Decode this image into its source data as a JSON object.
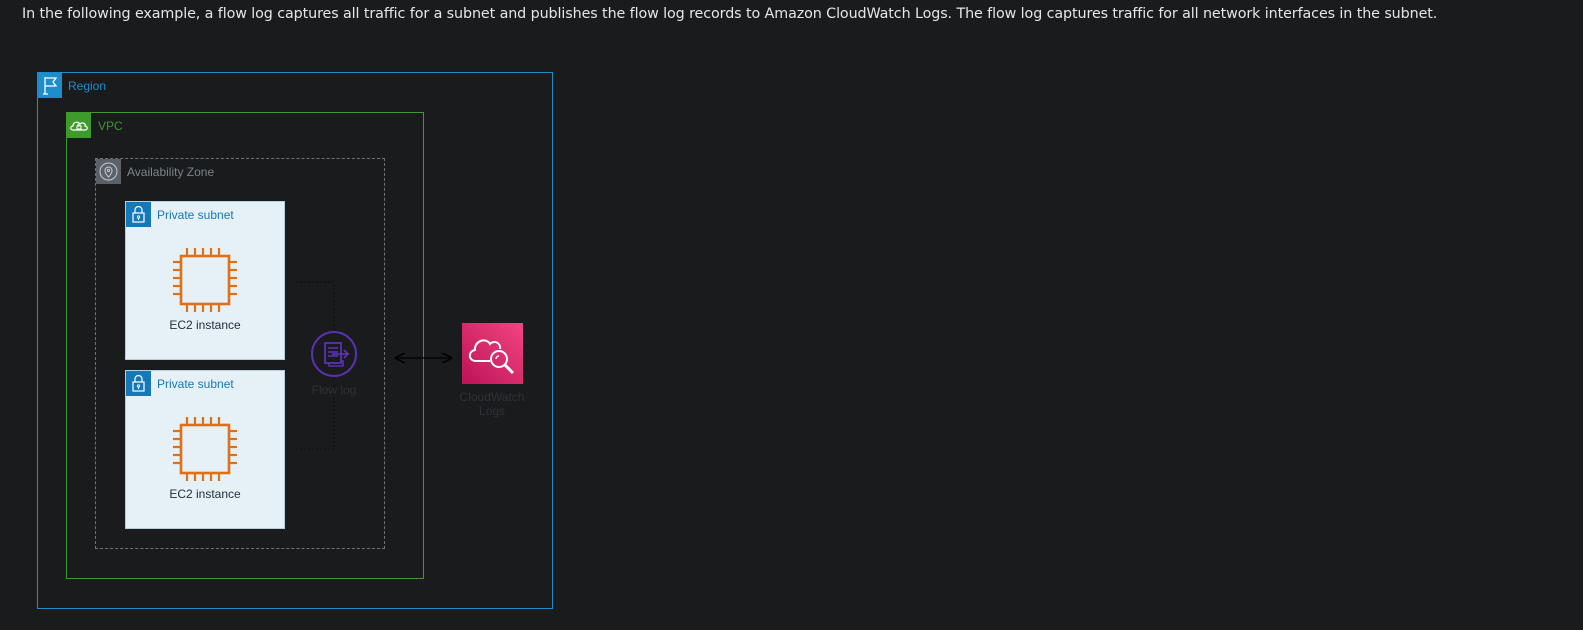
{
  "intro_text": "In the following example, a flow log captures all traffic for a subnet and publishes the flow log records to Amazon CloudWatch Logs. The flow log captures traffic for all network interfaces in the subnet.",
  "diagram": {
    "region": {
      "label": "Region",
      "icon": "region-flag-icon"
    },
    "vpc": {
      "label": "VPC",
      "icon": "vpc-cloud-lock-icon"
    },
    "availability_zone": {
      "label": "Availability Zone",
      "icon": "location-pin-icon"
    },
    "subnets": [
      {
        "label": "Private subnet",
        "icon": "padlock-icon",
        "instance_label": "EC2 instance",
        "instance_icon": "ec2-chip-icon"
      },
      {
        "label": "Private subnet",
        "icon": "padlock-icon",
        "instance_label": "EC2 instance",
        "instance_icon": "ec2-chip-icon"
      }
    ],
    "flow_log": {
      "label": "Flow log",
      "icon": "flow-log-icon"
    },
    "cloudwatch": {
      "label_line1": "CloudWatch",
      "label_line2": "Logs",
      "icon": "cloudwatch-logs-icon"
    },
    "colors": {
      "region": "#1d8dcb",
      "vpc": "#3d9a2b",
      "availability_zone": "#6e7378",
      "subnet_fill": "#e6f1f7",
      "subnet_accent": "#1478b9",
      "ec2": "#e07016",
      "flow_log": "#5a30b5",
      "cloudwatch": "#e7157b"
    }
  }
}
